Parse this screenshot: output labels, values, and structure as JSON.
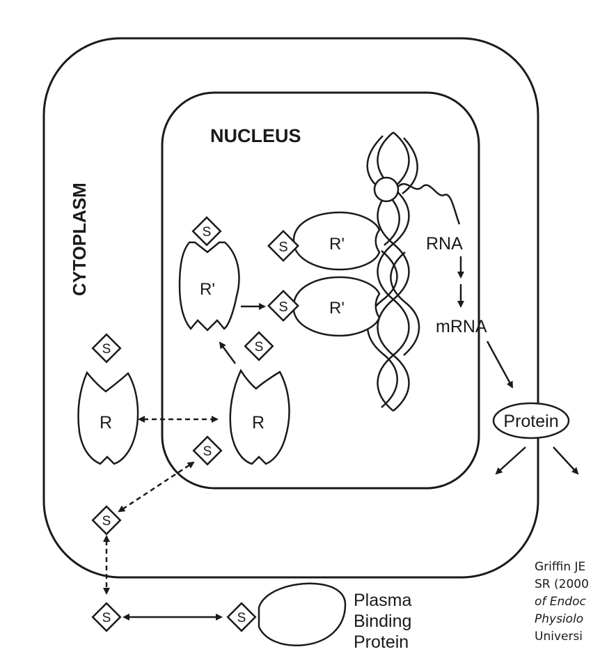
{
  "labels": {
    "cytoplasm": "CYTOPLASM",
    "nucleus": "NUCLEUS",
    "rna": "RNA",
    "mrna": "mRNA",
    "protein": "Protein",
    "steroid": "S",
    "receptor": "R",
    "activated_receptor": "R'",
    "plasma_binding_protein": [
      "Plasma",
      "Binding",
      "Protein"
    ]
  },
  "citation": [
    {
      "text": "Griffin JE",
      "italic": false
    },
    {
      "text": "SR (2000",
      "italic": false
    },
    {
      "text": "of Endoc",
      "italic": true
    },
    {
      "text": "Physiolo",
      "italic": true
    },
    {
      "text": "Universi",
      "italic": false
    }
  ],
  "colors": {
    "ink": "#1a1a1a",
    "background": "#ffffff"
  }
}
